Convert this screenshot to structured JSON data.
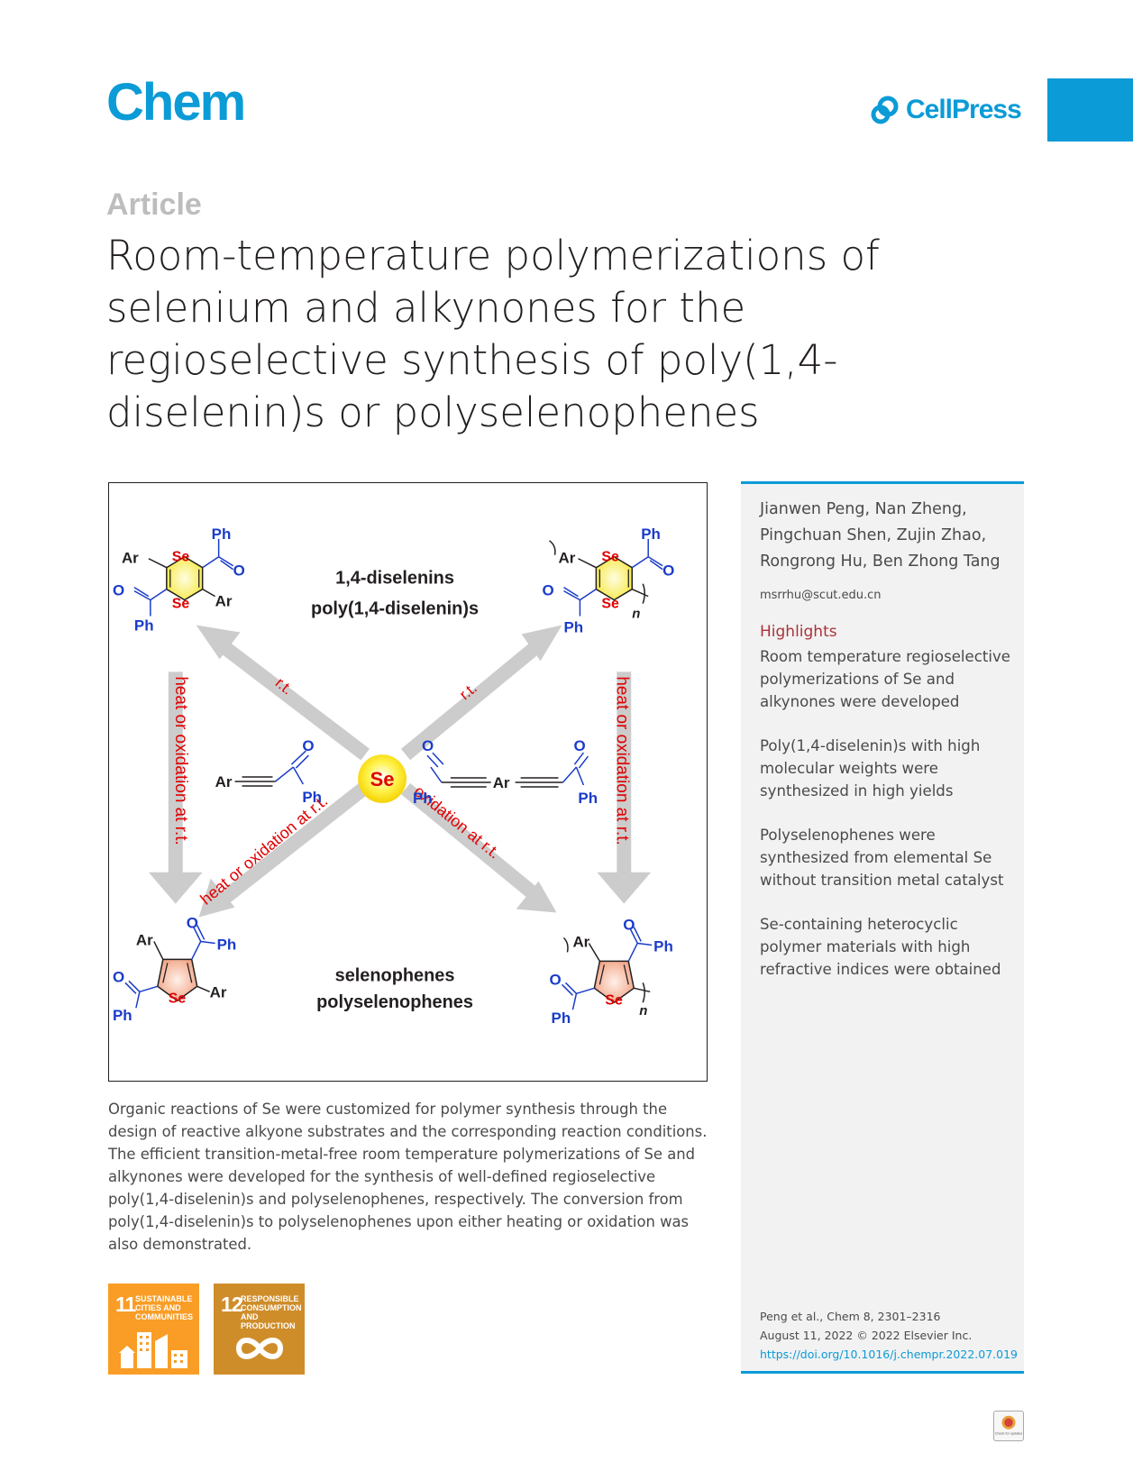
{
  "header": {
    "journal": "Chem",
    "publisher": "CellPress",
    "brand_color": "#0b9bd7"
  },
  "article_type": "Article",
  "title": "Room-temperature polymerizations of selenium and alkynones for the regioselective synthesis of poly(1,4-diselenin)s or polyselenophenes",
  "graphic": {
    "top_label_1": "1,4-diselenins",
    "top_label_2": "poly(1,4-diselenin)s",
    "bottom_label_1": "selenophenes",
    "bottom_label_2": "polyselenophenes",
    "center_element": "Se",
    "arrow_rt": "r.t.",
    "arrow_heat_or_oxidation": "heat or oxidation at r.t.",
    "arrow_oxidation": "oxidation at r.t.",
    "atoms": {
      "ar": "Ar",
      "ph": "Ph",
      "se": "Se",
      "o": "O",
      "n": "n"
    }
  },
  "abstract": "Organic reactions of Se were customized for polymer synthesis through the design of reactive alkyone substrates and the corresponding reaction conditions. The efficient transition-metal-free room temperature polymerizations of Se and alkynones were developed for the synthesis of well-defined regioselective poly(1,4-diselenin)s and polyselenophenes, respectively. The conversion from poly(1,4-diselenin)s to polyselenophenes upon either heating or oxidation was also demonstrated.",
  "sdg": [
    {
      "number": "11",
      "label": "SUSTAINABLE CITIES AND COMMUNITIES",
      "color": "#f99d26",
      "icon": "city-buildings-icon"
    },
    {
      "number": "12",
      "label": "RESPONSIBLE CONSUMPTION AND PRODUCTION",
      "color": "#cf8d2a",
      "icon": "infinity-icon"
    }
  ],
  "sidebar": {
    "authors": "Jianwen Peng, Nan Zheng, Pingchuan Shen, Zujin Zhao, Rongrong Hu, Ben Zhong Tang",
    "email": "msrrhu@scut.edu.cn",
    "highlights_heading": "Highlights",
    "highlights": [
      "Room temperature regioselective polymerizations of Se and alkynones were developed",
      "Poly(1,4-diselenin)s with high molecular weights were synthesized in high yields",
      "Polyselenophenes were synthesized from elemental Se without transition metal catalyst",
      "Se-containing heterocyclic polymer materials with high refractive indices were obtained"
    ],
    "citation_journal": "Peng et al., Chem 8, 2301–2316",
    "citation_date": "August 11, 2022 © 2022 Elsevier Inc.",
    "doi": "https://doi.org/10.1016/j.chempr.2022.07.019"
  },
  "check_updates": "Check for updates"
}
